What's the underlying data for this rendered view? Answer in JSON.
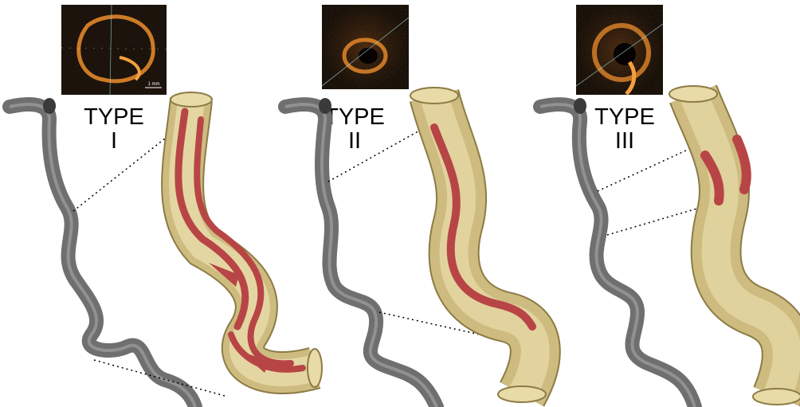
{
  "panels": [
    {
      "type_word": "TYPE",
      "numeral": "I",
      "scale_bar_label": "1 mm"
    },
    {
      "type_word": "TYPE",
      "numeral": "II"
    },
    {
      "type_word": "TYPE",
      "numeral": "III"
    }
  ],
  "colors": {
    "vessel_gray": "#6f6f6f",
    "vessel_gray_light": "#a9a9a9",
    "wall_tan": "#cdbb80",
    "wall_outline": "#8c7b45",
    "lumen_tan": "#e8dba8",
    "dissection_red": "#b84545",
    "oct_bg": "#0c0705",
    "oct_ring": "#e0862a"
  }
}
